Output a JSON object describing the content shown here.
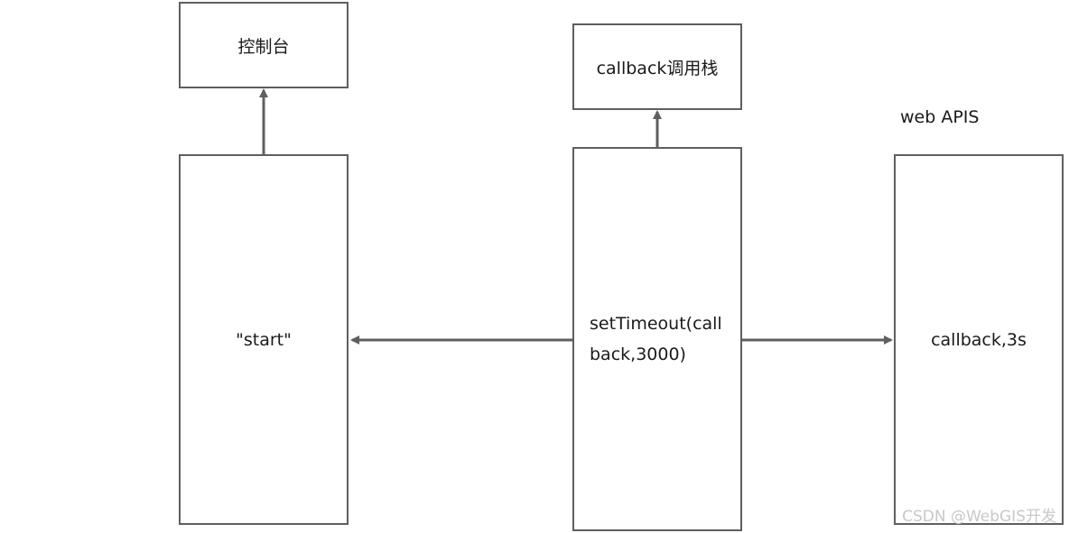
{
  "nodes": {
    "console": {
      "label": "控制台"
    },
    "callback_stack": {
      "label": "callback调用栈"
    },
    "main_stack": {
      "label": "\"start\""
    },
    "set_timeout": {
      "label": "setTimeout(callback,3000)"
    },
    "web_apis": {
      "label": "callback,3s"
    }
  },
  "labels": {
    "web_apis_title": "web APIS"
  },
  "watermark": "CSDN @WebGIS开发",
  "edges": [
    {
      "from": "main_stack",
      "to": "console"
    },
    {
      "from": "set_timeout",
      "to": "callback_stack"
    },
    {
      "from": "set_timeout",
      "to": "main_stack"
    },
    {
      "from": "set_timeout",
      "to": "web_apis"
    }
  ],
  "colors": {
    "stroke": "#5f5f5f",
    "text": "#1a1a1a",
    "watermark": "#c8c8c8"
  }
}
